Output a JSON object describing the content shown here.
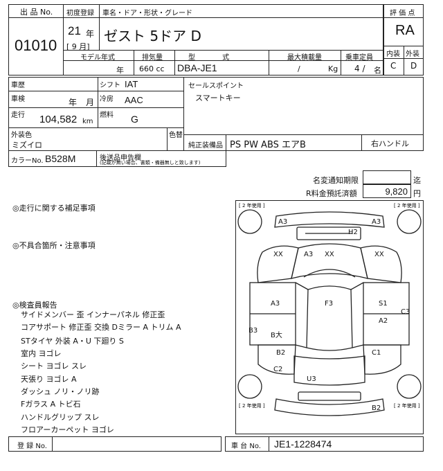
{
  "header": {
    "lot_label": "出 品 No.",
    "lot_no": "01010",
    "first_reg_label": "初度登録",
    "name_label": "車名・ドア・形状・グレード",
    "year": "21",
    "year_unit": "年",
    "month": "[ 9 月]",
    "car_name": "ゼスト 5ドア D",
    "grade_label": "評 価 点",
    "grade": "RA",
    "interior_label": "内装",
    "exterior_label": "外装",
    "interior_grade": "C",
    "exterior_grade": "D"
  },
  "spec": {
    "model_year_label": "モデル年式",
    "displacement_label": "排気量",
    "type_label": "型 式",
    "max_load_label": "最大積載量",
    "capacity_label": "乗車定員",
    "model_year_unit": "年",
    "displacement": "660 cc",
    "type": "DBA-JE1",
    "max_load_sep": "/",
    "max_load_unit": "Kg",
    "capacity": "4 /",
    "capacity_unit": "名"
  },
  "details": {
    "history_label": "車歴",
    "shift_label": "シフト",
    "shift": "IAT",
    "inspection_label": "車検",
    "inspection_year": "年",
    "inspection_month": "月",
    "aircon_label": "冷房",
    "aircon": "AAC",
    "mileage_label": "走行",
    "mileage": "104,582",
    "mileage_unit": "km",
    "fuel_label": "燃料",
    "fuel": "G",
    "sales_label": "セールスポイント",
    "sales_point": "スマートキー",
    "color_label": "外装色",
    "color": "ミズイロ",
    "recolor_label": "色替",
    "equipment_label": "純正装備品",
    "equipment": "PS PW ABS エアB",
    "handle": "右ハンドル",
    "color_no_label": "カラーNo.",
    "color_no": "B528M",
    "doc_label": "後送品申告欄",
    "doc_note": "(記載が無い場合、書類・備器無しと致します)",
    "name_change_label": "名変通知期限",
    "name_change_unit": "迄",
    "recycle_label": "R料金預託済額",
    "recycle": "9,820",
    "recycle_unit": "円"
  },
  "notes": {
    "running_label": "◎走行に関する補足事項",
    "defects_label": "◎不具合箇所・注意事項",
    "report_label": "◎検査員報告",
    "report_lines": [
      "サイドメンバー 歪 インナーパネル 修正歪",
      "コアサポート 修正歪 交換 Dミラー A トリム A",
      "STタイヤ 外装 A・U 下廻り S",
      "室内 ヨゴレ",
      "シート ヨゴレ スレ",
      "天張り ヨゴレ A",
      "ダッシュ ノリ・ノリ跡",
      "Fガラス A トビ石",
      "ハンドルグリップ スレ",
      "フロアーカーペット ヨゴレ"
    ]
  },
  "diagram": {
    "marks": [
      "A3",
      "A3",
      "H2",
      "XX",
      "A3",
      "XX",
      "XX",
      "A3",
      "F3",
      "S1",
      "A2",
      "C3",
      "B3",
      "B大",
      "B2",
      "C1",
      "C2",
      "U3",
      "B2"
    ],
    "tire_labels": [
      "[ 2 年使用 ]",
      "[ 2 年使用 ]",
      "[ 2 年使用 ]",
      "[ 2 年使用 ]"
    ]
  },
  "footer": {
    "reg_label": "登 録 No.",
    "chassis_label": "車 台 No.",
    "chassis": "JE1-1228474"
  }
}
